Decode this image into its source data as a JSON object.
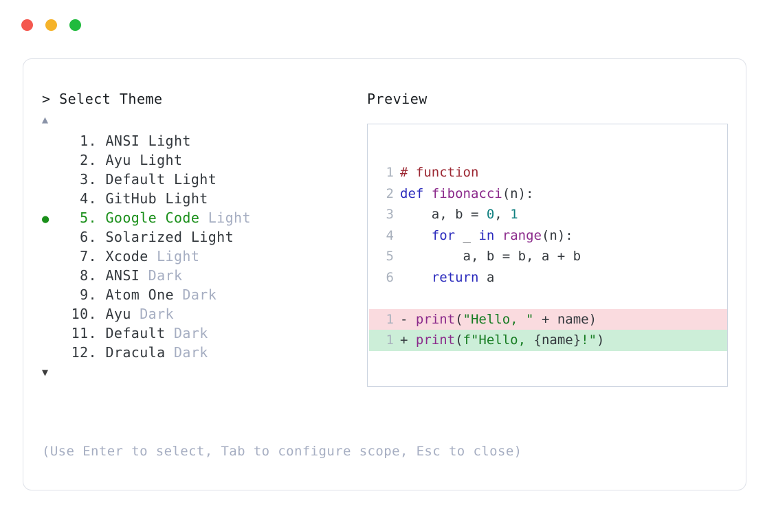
{
  "window": {
    "dots": [
      {
        "name": "close-dot",
        "color": "#f4584f"
      },
      {
        "name": "minimize-dot",
        "color": "#f5b32a"
      },
      {
        "name": "maximize-dot",
        "color": "#21bb3e"
      }
    ]
  },
  "left": {
    "prompt": "> Select Theme",
    "scroll_up": "▲",
    "scroll_down": "▼",
    "selected_index": 5,
    "bullet": "●",
    "items": [
      {
        "num": "1.",
        "name": "ANSI Light",
        "variant": "",
        "selected": false
      },
      {
        "num": "2.",
        "name": "Ayu Light",
        "variant": "",
        "selected": false
      },
      {
        "num": "3.",
        "name": "Default Light",
        "variant": "",
        "selected": false
      },
      {
        "num": "4.",
        "name": "GitHub Light",
        "variant": "",
        "selected": false
      },
      {
        "num": "5.",
        "name": "Google Code",
        "variant": "Light",
        "selected": true
      },
      {
        "num": "6.",
        "name": "Solarized Light",
        "variant": "",
        "selected": false
      },
      {
        "num": "7.",
        "name": "Xcode",
        "variant": "Light",
        "selected": false
      },
      {
        "num": "8.",
        "name": "ANSI",
        "variant": "Dark",
        "selected": false
      },
      {
        "num": "9.",
        "name": "Atom One",
        "variant": "Dark",
        "selected": false
      },
      {
        "num": "10.",
        "name": "Ayu",
        "variant": "Dark",
        "selected": false
      },
      {
        "num": "11.",
        "name": "Default",
        "variant": "Dark",
        "selected": false
      },
      {
        "num": "12.",
        "name": "Dracula",
        "variant": "Dark",
        "selected": false
      }
    ],
    "hint": "(Use Enter to select, Tab to configure scope, Esc to close)"
  },
  "right": {
    "label": "Preview",
    "code_lines": [
      {
        "no": "1",
        "tokens": [
          {
            "t": "# function",
            "c": "comment"
          }
        ]
      },
      {
        "no": "2",
        "tokens": [
          {
            "t": "def ",
            "c": "keyword"
          },
          {
            "t": "fibonacci",
            "c": "func"
          },
          {
            "t": "(n):",
            "c": "punct"
          }
        ]
      },
      {
        "no": "3",
        "tokens": [
          {
            "t": "    a, b = ",
            "c": "plain"
          },
          {
            "t": "0",
            "c": "number"
          },
          {
            "t": ", ",
            "c": "plain"
          },
          {
            "t": "1",
            "c": "number"
          }
        ]
      },
      {
        "no": "4",
        "tokens": [
          {
            "t": "    ",
            "c": "plain"
          },
          {
            "t": "for",
            "c": "keyword"
          },
          {
            "t": " _ ",
            "c": "plain"
          },
          {
            "t": "in",
            "c": "keyword"
          },
          {
            "t": " ",
            "c": "plain"
          },
          {
            "t": "range",
            "c": "func"
          },
          {
            "t": "(n):",
            "c": "punct"
          }
        ]
      },
      {
        "no": "5",
        "tokens": [
          {
            "t": "        a, b = b, a + b",
            "c": "plain"
          }
        ]
      },
      {
        "no": "6",
        "tokens": [
          {
            "t": "    ",
            "c": "plain"
          },
          {
            "t": "return",
            "c": "keyword"
          },
          {
            "t": " a",
            "c": "plain"
          }
        ]
      }
    ],
    "diff_lines": [
      {
        "no": "1",
        "marker": "-",
        "kind": "del",
        "tokens": [
          {
            "t": "print",
            "c": "func"
          },
          {
            "t": "(",
            "c": "punct"
          },
          {
            "t": "\"Hello, \"",
            "c": "string"
          },
          {
            "t": " + name)",
            "c": "plain"
          }
        ]
      },
      {
        "no": "1",
        "marker": "+",
        "kind": "add",
        "tokens": [
          {
            "t": "print",
            "c": "func"
          },
          {
            "t": "(",
            "c": "punct"
          },
          {
            "t": "f\"Hello, ",
            "c": "string"
          },
          {
            "t": "{name}",
            "c": "plain"
          },
          {
            "t": "!\"",
            "c": "string"
          },
          {
            "t": ")",
            "c": "punct"
          }
        ]
      }
    ]
  }
}
